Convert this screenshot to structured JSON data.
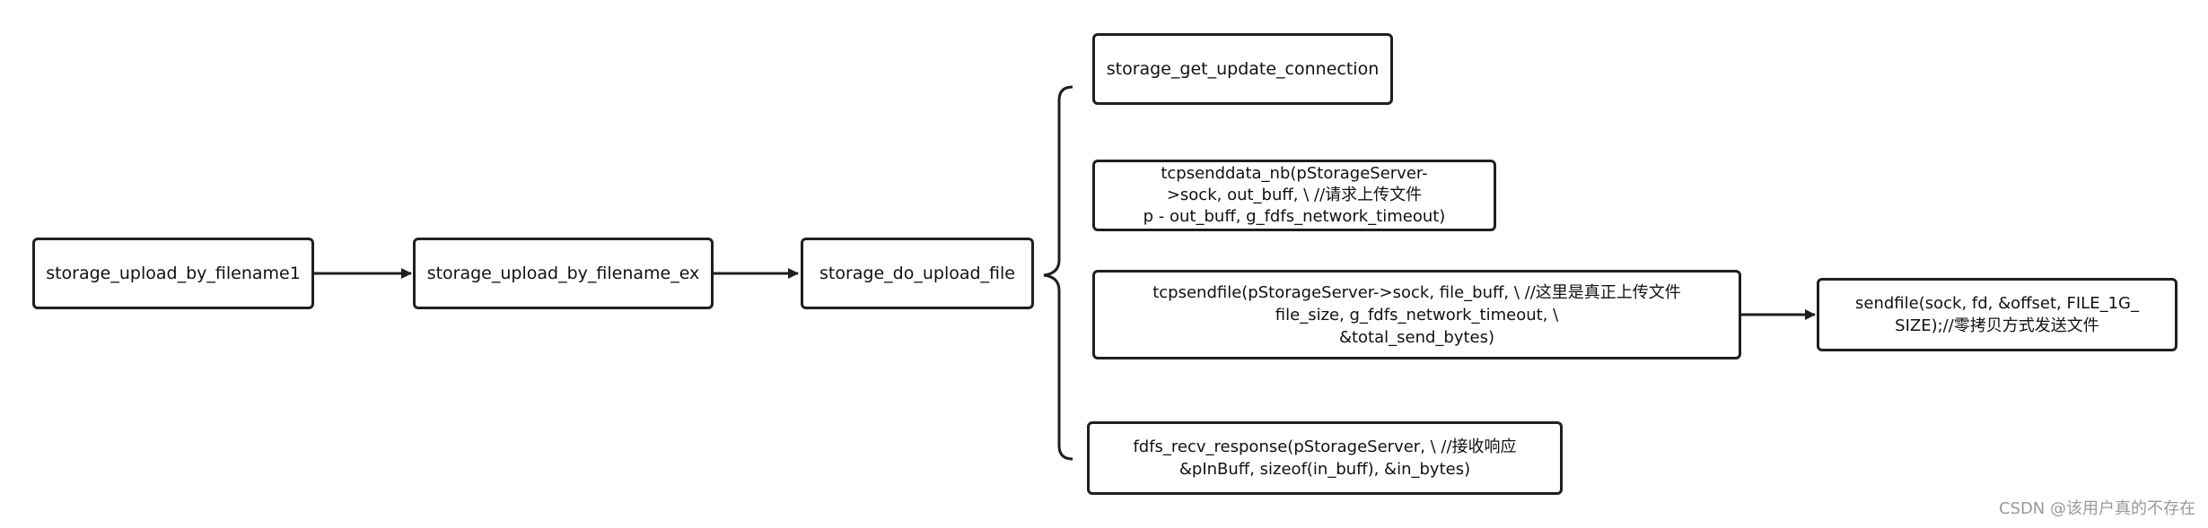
{
  "nodes": {
    "upload_by_filename1": "storage_upload_by_filename1",
    "upload_by_filename_ex": "storage_upload_by_filename_ex",
    "do_upload_file": "storage_do_upload_file",
    "get_update_connection": "storage_get_update_connection",
    "tcpsenddata_nb": "tcpsenddata_nb(pStorageServer-\n>sock, out_buff, \\ //请求上传文件\np - out_buff, g_fdfs_network_timeout)",
    "tcpsendfile": "tcpsendfile(pStorageServer->sock, file_buff, \\ //这里是真正上传文件\nfile_size, g_fdfs_network_timeout, \\\n&total_send_bytes)",
    "fdfs_recv_response": "fdfs_recv_response(pStorageServer, \\ //接收响应\n&pInBuff, sizeof(in_buff), &in_bytes)",
    "sendfile": "sendfile(sock, fd, &offset, FILE_1G_\nSIZE);//零拷贝方式发送文件"
  },
  "edges": [
    {
      "from": "upload_by_filename1",
      "to": "upload_by_filename_ex"
    },
    {
      "from": "upload_by_filename_ex",
      "to": "do_upload_file"
    },
    {
      "from": "tcpsendfile",
      "to": "sendfile"
    }
  ],
  "colors": {
    "stroke": "#1f1f1f",
    "text": "#111111",
    "background": "#ffffff",
    "watermark": "#9a9a9a"
  },
  "watermark": "CSDN @该用户真的不存在"
}
